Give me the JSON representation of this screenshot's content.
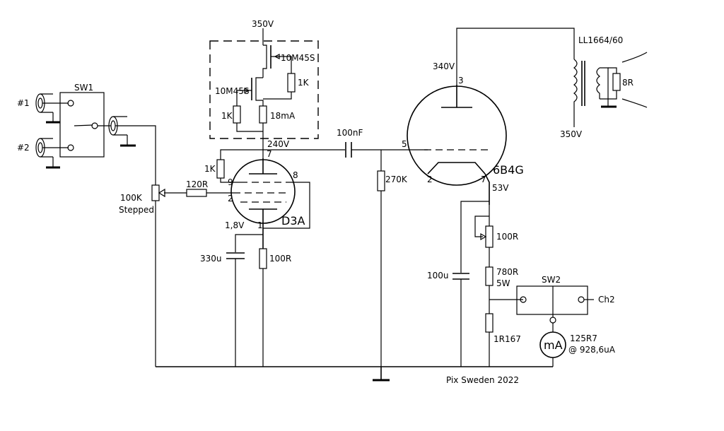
{
  "labels": {
    "v350_top": "350V",
    "mosfet_upper": "10M45S",
    "mosfet_lower": "10M45S",
    "r_1k_ccs_right": "1K",
    "r_1k_ccs_left": "1K",
    "ccs_current": "18mA",
    "v240": "240V",
    "r_1k_anode": "1K",
    "pin7_d3a": "7",
    "pin9_d3a": "9",
    "pin8_d3a": "8",
    "pin2_d3a": "2",
    "pin1_d3a": "1",
    "r_120r": "120R",
    "pot_100k": "100K",
    "pot_stepped": "Stepped",
    "v1_8": "1,8V",
    "tube_d3a": "D3A",
    "cap_330u": "330u",
    "r_100r_cathode": "100R",
    "sw1": "SW1",
    "in1": "#1",
    "in2": "#2",
    "cap_100nf": "100nF",
    "r_270k": "270K",
    "v340": "340V",
    "pin3_6b4g": "3",
    "pin5_6b4g": "5",
    "pin2_6b4g": "2",
    "pin7_6b4g": "7",
    "tube_6b4g": "6B4G",
    "v53": "53V",
    "transformer": "LL1664/60",
    "spk_8r": "8R",
    "v350_trans": "350V",
    "r_100r_pot": "100R",
    "r_780r": "780R",
    "r_5w": "5W",
    "cap_100u": "100u",
    "sw2": "SW2",
    "ch2": "Ch2",
    "r_1r167": "1R167",
    "meter": "mA",
    "meter_val1": "125R7",
    "meter_val2": "@ 928,6uA",
    "credit": "Pix Sweden 2022"
  }
}
